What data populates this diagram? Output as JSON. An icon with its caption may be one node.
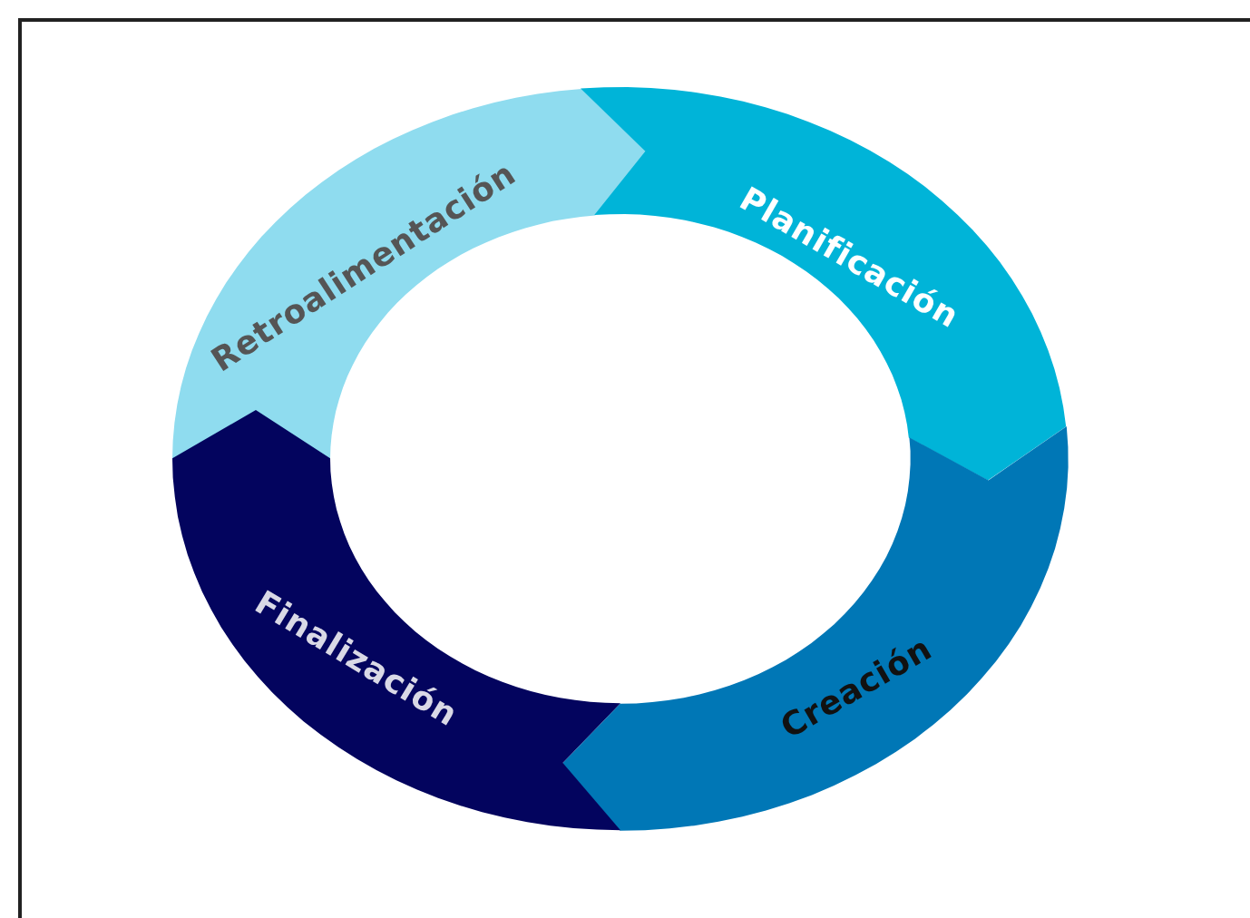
{
  "diagram": {
    "nodes": [
      {
        "text": [
          "Retroalimentación"
        ]
      },
      {
        "text": [
          "Planificación"
        ]
      },
      {
        "text": [
          "Creación"
        ]
      },
      {
        "text": [
          "Finalización"
        ]
      }
    ]
  }
}
